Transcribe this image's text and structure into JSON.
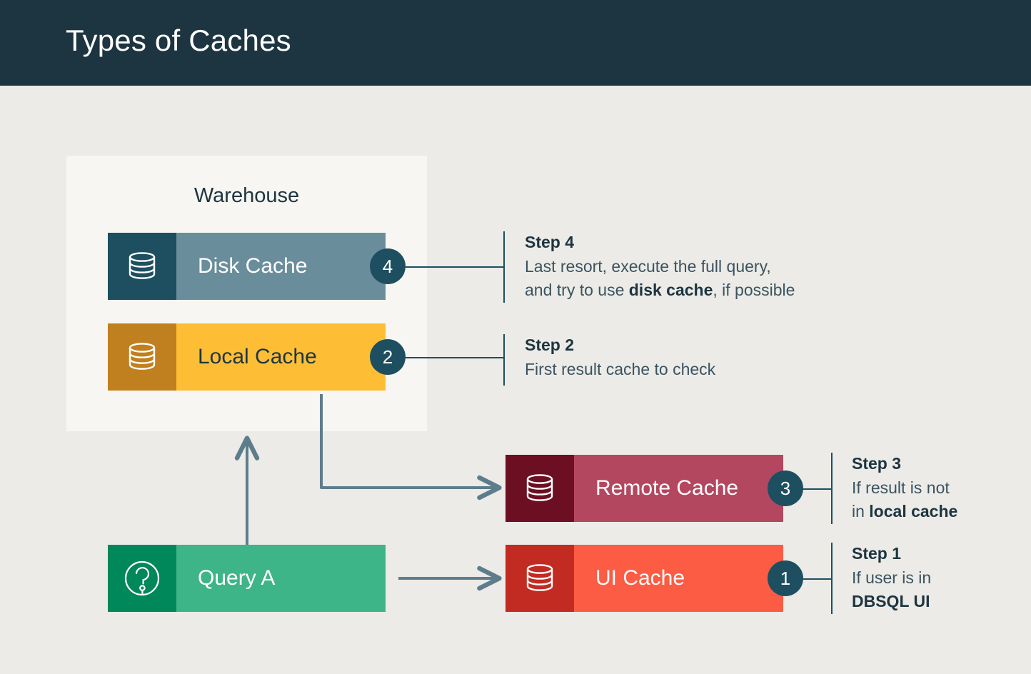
{
  "header": {
    "title": "Types of Caches",
    "background": "#1d3540",
    "text_color": "#ffffff"
  },
  "canvas": {
    "background": "#ecebe7",
    "accent": "#1d4f60",
    "arrow_color": "#5d7d8c"
  },
  "warehouse": {
    "label": "Warehouse",
    "background": "#f7f6f2"
  },
  "caches": [
    {
      "id": "disk-cache",
      "label": "Disk Cache",
      "icon": "database-icon",
      "icon_block_color": "#1d4f60",
      "body_color": "#6a8d9c",
      "text_color": "#ffffff",
      "badge": "4",
      "inside_warehouse": true
    },
    {
      "id": "local-cache",
      "label": "Local Cache",
      "icon": "database-icon",
      "icon_block_color": "#c1801f",
      "body_color": "#fdbe36",
      "text_color": "#1d3540",
      "badge": "2",
      "inside_warehouse": true
    },
    {
      "id": "remote-cache",
      "label": "Remote Cache",
      "icon": "database-icon",
      "icon_block_color": "#6d0f22",
      "body_color": "#b44760",
      "text_color": "#ffffff",
      "badge": "3",
      "inside_warehouse": false
    },
    {
      "id": "ui-cache",
      "label": "UI Cache",
      "icon": "database-icon",
      "icon_block_color": "#c22b22",
      "body_color": "#fc5b44",
      "text_color": "#ffffff",
      "badge": "1",
      "inside_warehouse": false
    },
    {
      "id": "query-a",
      "label": "Query A",
      "icon": "question-mark-circle-icon",
      "icon_block_color": "#00875a",
      "body_color": "#3eb489",
      "text_color": "#ffffff",
      "badge": null,
      "inside_warehouse": false
    }
  ],
  "steps": [
    {
      "id": "step-4",
      "title": "Step 4",
      "line1": "Last resort, execute the full query,",
      "line2_pre": "and try to use ",
      "line2_bold": "disk cache",
      "line2_post": ", if possible",
      "target": "disk-cache"
    },
    {
      "id": "step-2",
      "title": "Step 2",
      "line1": "First result cache to check",
      "line2_pre": "",
      "line2_bold": "",
      "line2_post": "",
      "target": "local-cache"
    },
    {
      "id": "step-3",
      "title": "Step 3",
      "line1": "If result is not",
      "line2_pre": "in ",
      "line2_bold": "local cache",
      "line2_post": "",
      "target": "remote-cache"
    },
    {
      "id": "step-1",
      "title": "Step 1",
      "line1": "If user is in",
      "line2_pre": "",
      "line2_bold": "DBSQL UI",
      "line2_post": "",
      "target": "ui-cache"
    }
  ],
  "flows": [
    {
      "id": "query-to-warehouse",
      "from": "query-a",
      "to": "warehouse",
      "style": "vertical-arrow-up"
    },
    {
      "id": "local-to-remote",
      "from": "local-cache",
      "to": "remote-cache",
      "style": "elbow-arrow-right"
    },
    {
      "id": "query-to-ui",
      "from": "query-a",
      "to": "ui-cache",
      "style": "horizontal-arrow-right"
    }
  ]
}
